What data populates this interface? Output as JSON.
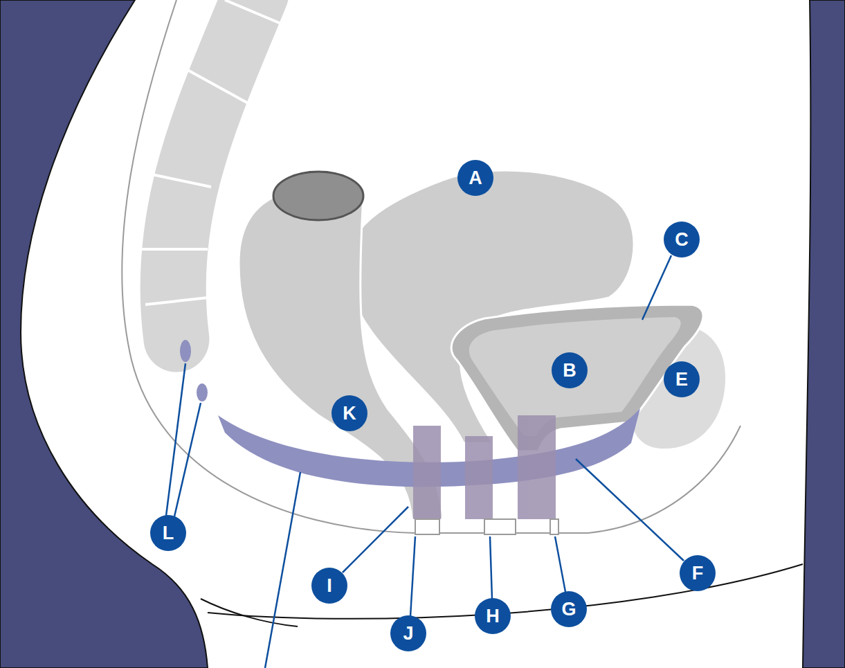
{
  "diagram": {
    "labels": [
      "A",
      "C",
      "B",
      "E",
      "K",
      "L",
      "F",
      "I",
      "G",
      "H",
      "J"
    ]
  }
}
